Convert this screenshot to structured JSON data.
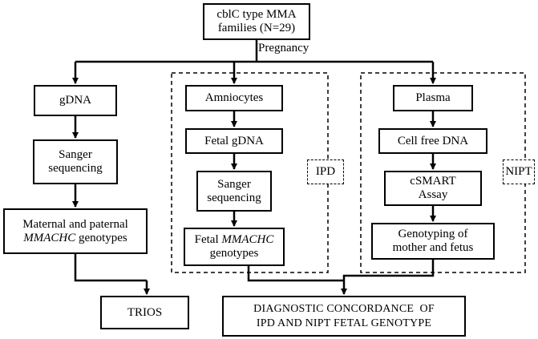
{
  "top": {
    "line1": "cblC type MMA",
    "line2": "families (N=29)"
  },
  "edge_label": "Pregnancy",
  "left_column": {
    "gdna": "gDNA",
    "sanger_line1": "Sanger",
    "sanger_line2": "sequencing",
    "genotypes_line1": "Maternal and paternal",
    "genotypes_gene": "MMACHC",
    "genotypes_suffix": " genotypes"
  },
  "middle_column": {
    "amniocytes": "Amniocytes",
    "fetal_gdna": "Fetal gDNA",
    "sanger_line1": "Sanger",
    "sanger_line2": "sequencing",
    "genotypes_prefix": "Fetal ",
    "genotypes_gene": "MMACHC",
    "genotypes_line2": "genotypes",
    "group_label": "IPD"
  },
  "right_column": {
    "plasma": "Plasma",
    "cfdna": "Cell free DNA",
    "assay_line1": "cSMART",
    "assay_line2": "Assay",
    "genotyping_line1": "Genotyping of",
    "genotyping_line2": "mother and fetus",
    "group_label": "NIPT"
  },
  "bottom": {
    "trios": "TRIOS",
    "concordance_line1": "DIAGNOSTIC CONCORDANCE  OF",
    "concordance_line2": "IPD AND NIPT FETAL GENOTYPE"
  }
}
